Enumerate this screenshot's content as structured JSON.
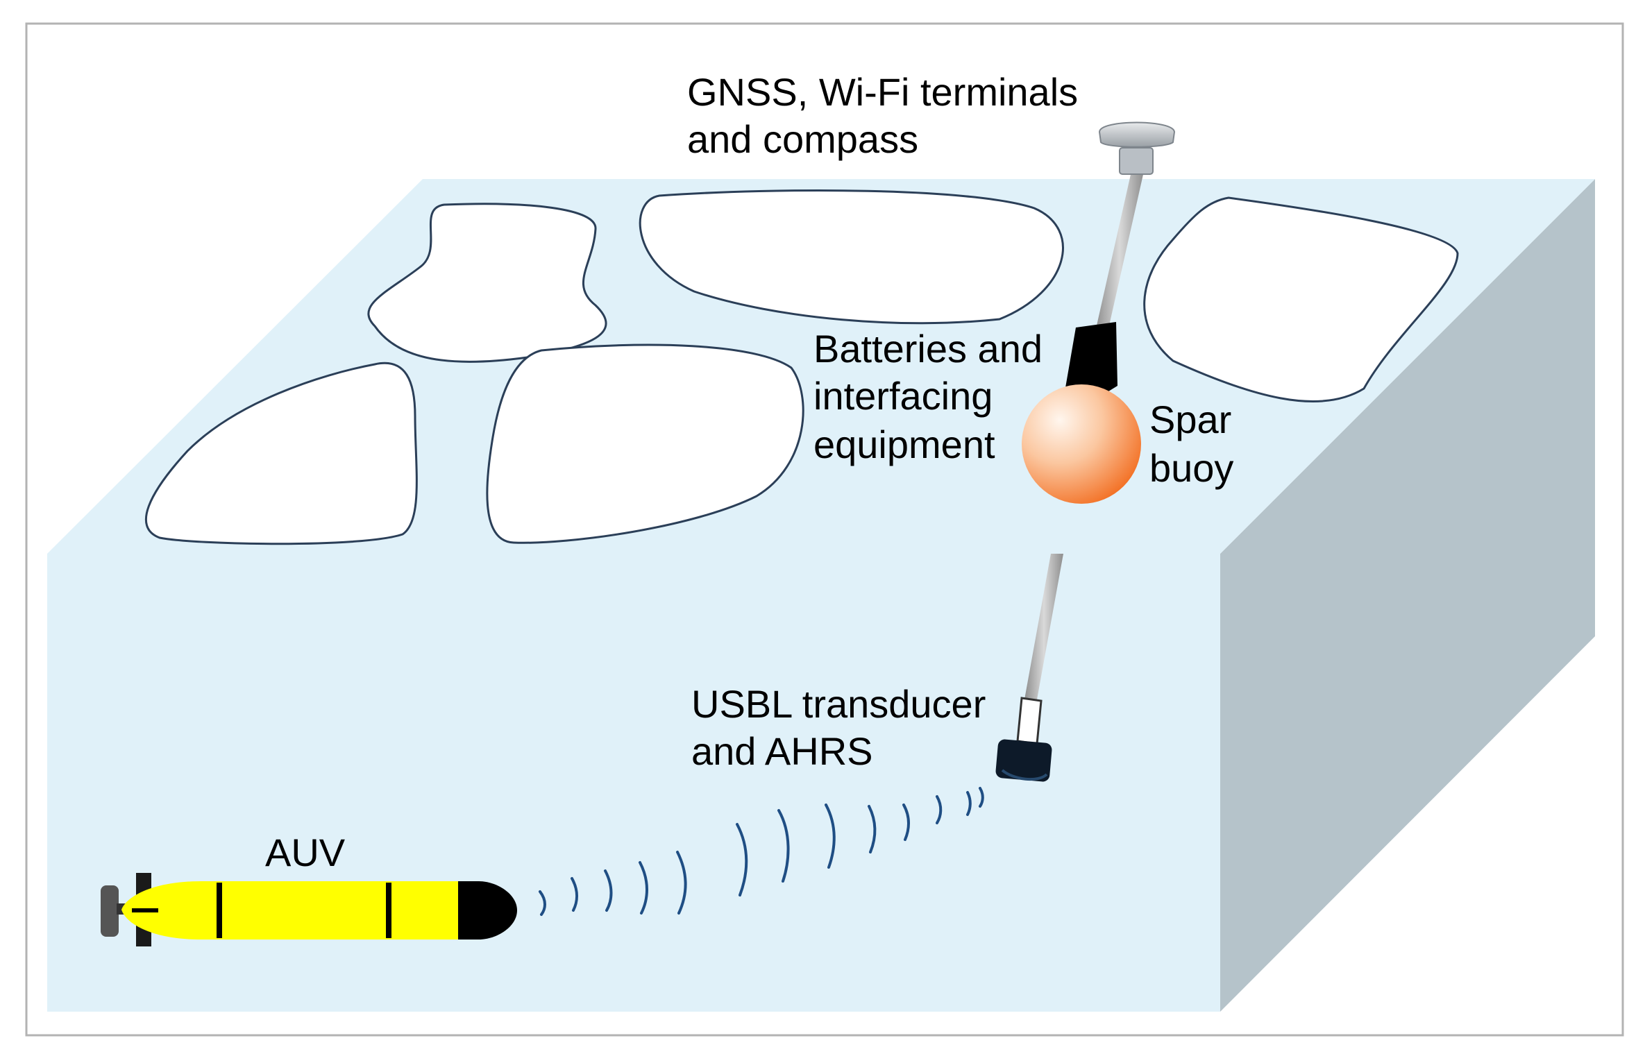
{
  "labels": {
    "gnss": [
      "GNSS, Wi-Fi terminals",
      "and compass"
    ],
    "batteries": [
      "Batteries and",
      "interfacing",
      "equipment"
    ],
    "spar": [
      "Spar",
      "buoy"
    ],
    "usbl": [
      "USBL transducer",
      "and AHRS"
    ],
    "auv": "AUV"
  },
  "colors": {
    "water_front": "#e0f1f9",
    "water_top": "#e0f1f9",
    "water_side": "#b5c3ca",
    "ice": "#ffffff",
    "ice_outline": "#2b3f58",
    "buoy_light": "#fde8d6",
    "buoy_dark": "#f4782a",
    "mast": "#b8b8b8",
    "auv_body": "#ffff00",
    "acoustic_waves": "#1f4e84"
  }
}
